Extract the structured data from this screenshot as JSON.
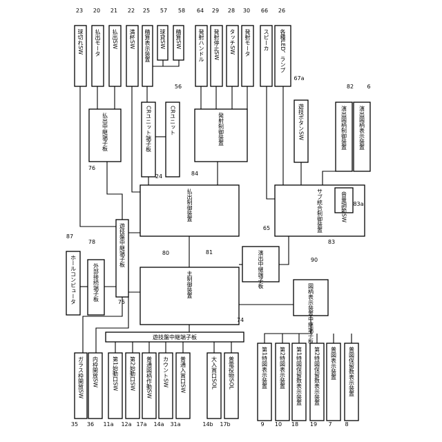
{
  "boxes": [
    {
      "id": "top_23",
      "label": "球切れSW"
    },
    {
      "id": "top_20",
      "label": "払出モータ"
    },
    {
      "id": "top_21",
      "label": "払出SW"
    },
    {
      "id": "top_22",
      "label": "満杯SW"
    },
    {
      "id": "top_25",
      "label": "精算表示装置"
    },
    {
      "id": "top_57",
      "label": "球貸SW"
    },
    {
      "id": "top_58",
      "label": "精算SW"
    },
    {
      "id": "top_64",
      "label": "発射ハンドル"
    },
    {
      "id": "top_29",
      "label": "発射停止SW"
    },
    {
      "id": "top_28",
      "label": "タッチSW"
    },
    {
      "id": "top_30",
      "label": "発射モータ"
    },
    {
      "id": "top_66",
      "label": "スピーカ"
    },
    {
      "id": "top_26",
      "label": "各種LED、ランプ"
    },
    {
      "id": "relay_76",
      "label": "払出中継端子板"
    },
    {
      "id": "cr_24",
      "label": "CRユニット端子板"
    },
    {
      "id": "cr_56",
      "label": "CRユニット"
    },
    {
      "id": "launch_84",
      "label": "発射制御装置"
    },
    {
      "id": "effect_67a",
      "label": "遊技ボタンSW"
    },
    {
      "id": "fx_82",
      "label": "演出図柄制御装置"
    },
    {
      "id": "fx_6",
      "label": "演出図柄表示装置"
    },
    {
      "id": "pay_81",
      "label": "払出制御装置"
    },
    {
      "id": "sub_83",
      "label": "サブ統合制御装置"
    },
    {
      "id": "vol_83a",
      "label": "音量調節SW"
    },
    {
      "id": "hall_87",
      "label": "ホールコンピュータ"
    },
    {
      "id": "ext_78",
      "label": "外部接続端子板"
    },
    {
      "id": "board_75",
      "label": "遊技盤中継端子板"
    },
    {
      "id": "main_80",
      "label": "主制御装置"
    },
    {
      "id": "relay_65",
      "label": "演出中継端子板"
    },
    {
      "id": "disp_90",
      "label": "図柄表示装置中継端子板"
    },
    {
      "id": "bar_74",
      "label": "遊技盤中継端子板"
    },
    {
      "id": "bot_35",
      "label": "ガラス枠開放SW"
    },
    {
      "id": "bot_36",
      "label": "内枠開放SW"
    },
    {
      "id": "bot_11a",
      "label": "第1始動口SW"
    },
    {
      "id": "bot_12a",
      "label": "第2始動口SW"
    },
    {
      "id": "bot_17a",
      "label": "普通図柄作動SW"
    },
    {
      "id": "bot_14a",
      "label": "カウントSW"
    },
    {
      "id": "bot_31a",
      "label": "普通入賞口SW"
    },
    {
      "id": "bot_14b",
      "label": "大入賞口SOL"
    },
    {
      "id": "bot_17b",
      "label": "普電役物SOL"
    },
    {
      "id": "bot_9",
      "label": "第1特図表示装置"
    },
    {
      "id": "bot_10",
      "label": "第2特図表示装置"
    },
    {
      "id": "bot_18",
      "label": "第1特図保留数表示装置"
    },
    {
      "id": "bot_19",
      "label": "第2特図保留数表示装置"
    },
    {
      "id": "bot_7",
      "label": "普図表示装置"
    },
    {
      "id": "bot_8",
      "label": "普図保留数表示装置"
    }
  ],
  "refs": [
    "23",
    "20",
    "21",
    "22",
    "25",
    "57",
    "58",
    "64",
    "29",
    "28",
    "30",
    "66",
    "26",
    "67a",
    "82",
    "6",
    "56",
    "76",
    "24",
    "84",
    "83a",
    "87",
    "78",
    "75",
    "80",
    "81",
    "65",
    "83",
    "90",
    "74",
    "35",
    "36",
    "11a",
    "12a",
    "17a",
    "14a",
    "31a",
    "14b",
    "17b",
    "9",
    "10",
    "18",
    "19",
    "7",
    "8"
  ]
}
